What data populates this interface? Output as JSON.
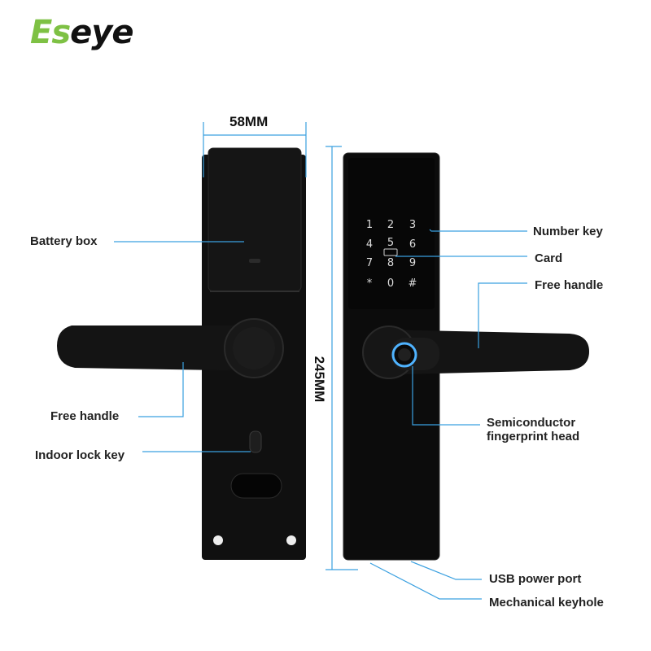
{
  "brand": {
    "logo_first": "Es",
    "logo_rest": "eye",
    "accent": "#7ec144"
  },
  "dimensions": {
    "width": "58MM",
    "height": "245MM"
  },
  "labels": {
    "battery_box": "Battery box",
    "free_handle_left": "Free handle",
    "indoor_lock_key": "Indoor lock key",
    "number_key": "Number key",
    "card": "Card",
    "free_handle_right": "Free handle",
    "fingerprint_line1": "Semiconductor",
    "fingerprint_line2": "fingerprint head",
    "usb_port": "USB power port",
    "mechanical_keyhole": "Mechanical keyhole"
  },
  "keypad": {
    "row1": [
      "1",
      "2",
      "3"
    ],
    "row2": [
      "4",
      "5",
      "6"
    ],
    "row3": [
      "7",
      "8",
      "9"
    ],
    "row4": [
      "*",
      "0",
      "#"
    ]
  },
  "colors": {
    "callout": "#3aa0e0",
    "body": "#111111",
    "ring": "#4fb3ff"
  }
}
